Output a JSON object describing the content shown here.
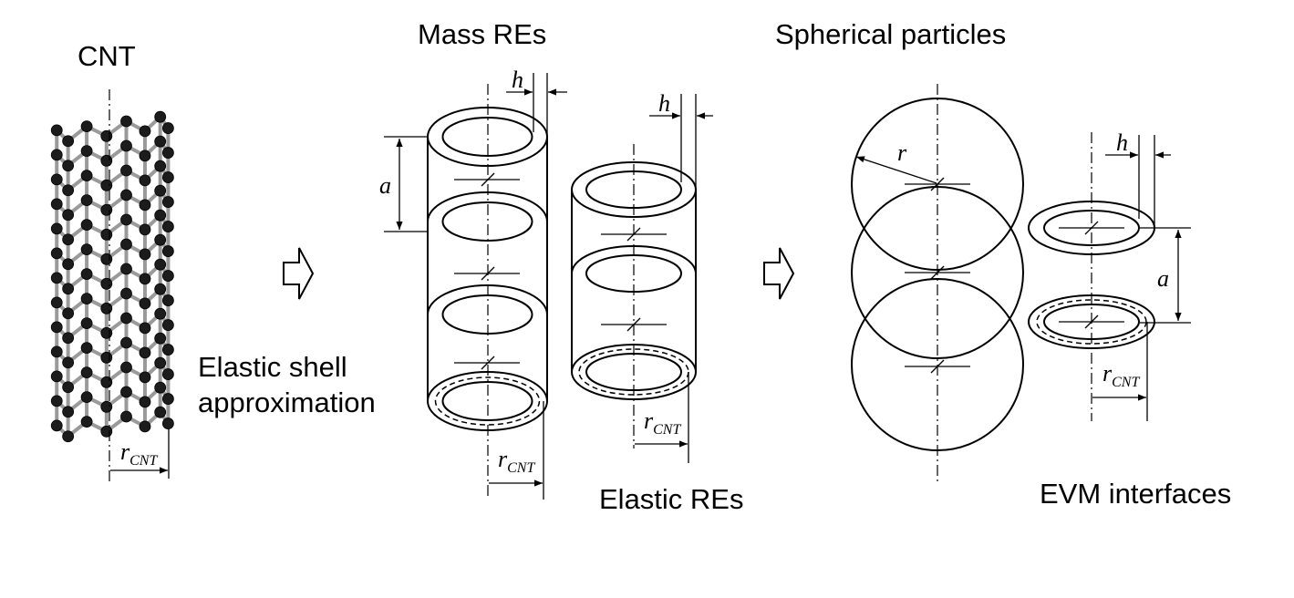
{
  "labels": {
    "cnt": "CNT",
    "shell_line1": "Elastic shell",
    "shell_line2": "approximation",
    "mass": "Mass REs",
    "elastic": "Elastic REs",
    "spherical": "Spherical particles",
    "evm": "EVM interfaces"
  },
  "symbols": {
    "h": "h",
    "a": "a",
    "r": "r",
    "r_main": "r",
    "r_sub": "CNT"
  },
  "arrow_icon": "hollow-right-arrow-icon"
}
